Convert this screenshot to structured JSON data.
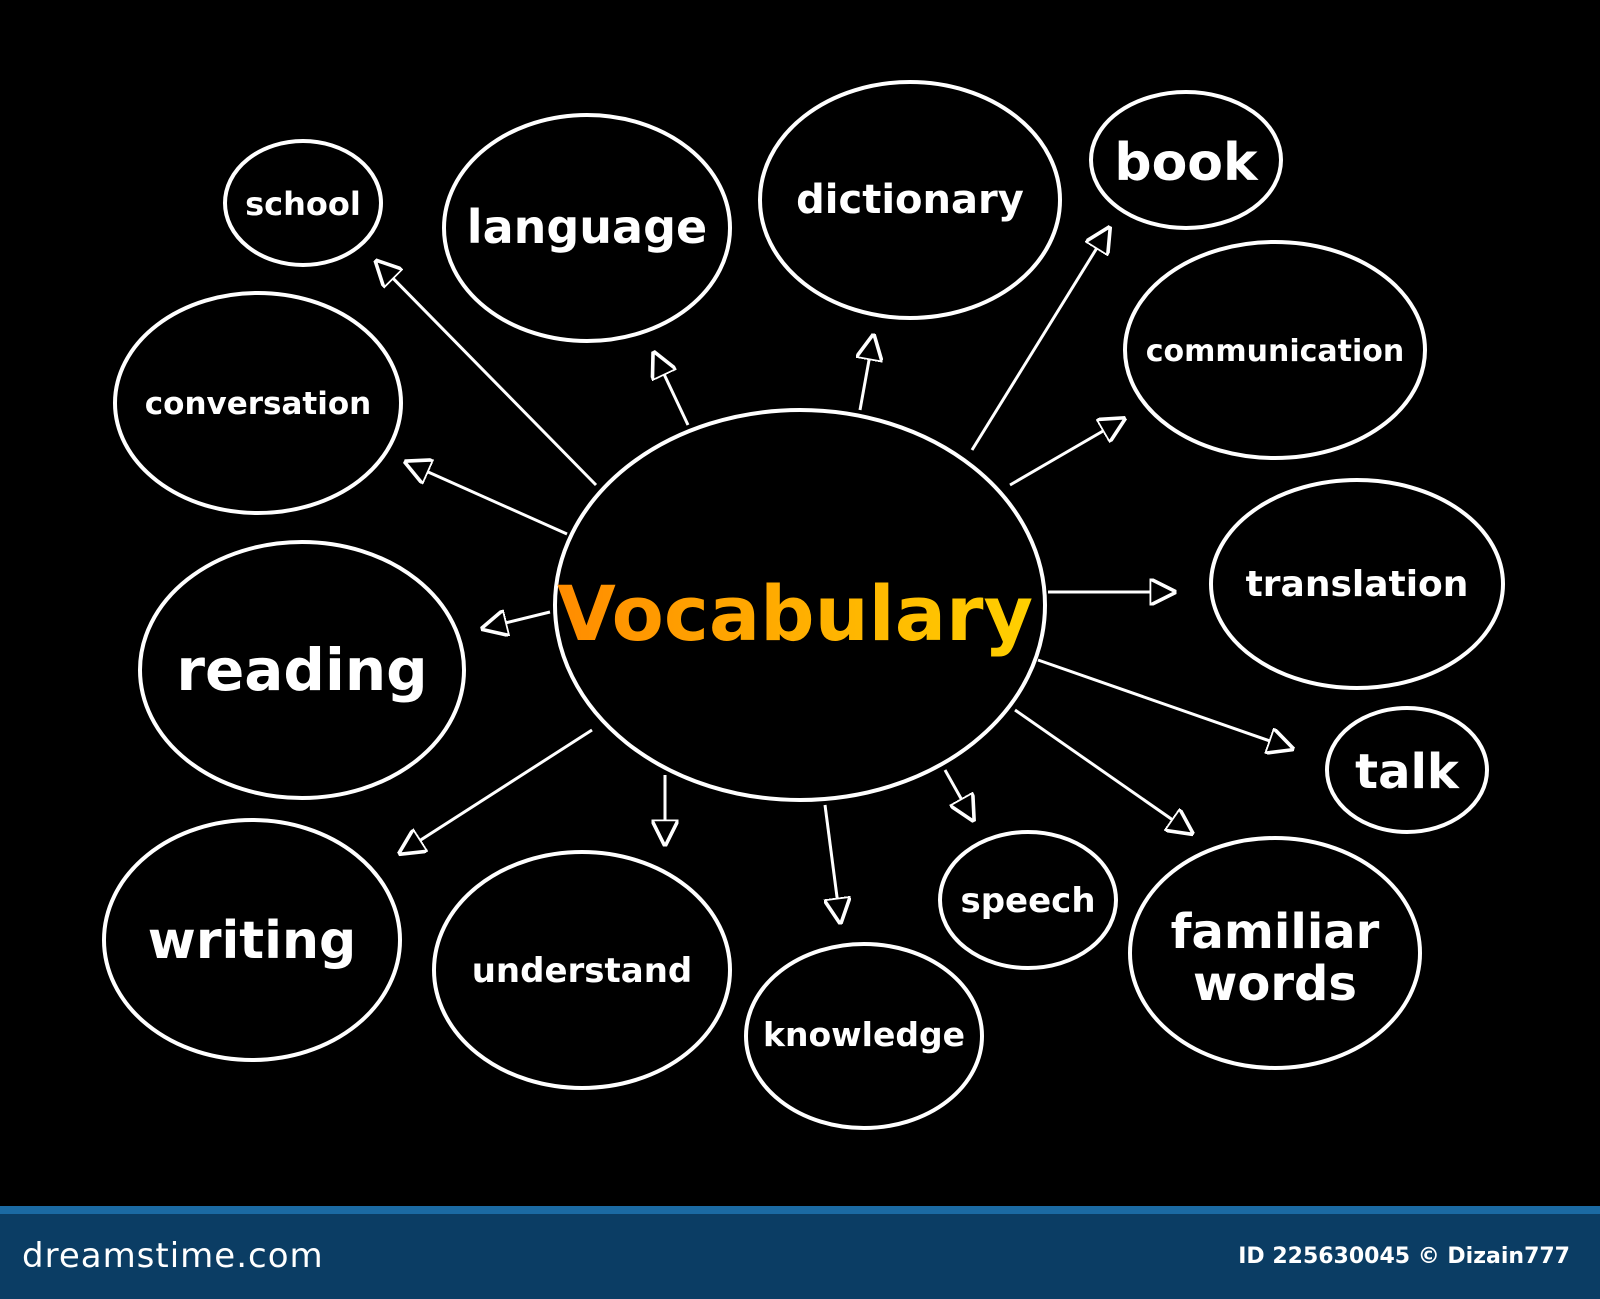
{
  "center": {
    "label": "Vocabulary",
    "color_start": "#ff8c00",
    "color_end": "#ffd000"
  },
  "nodes": [
    {
      "key": "school",
      "label": "school"
    },
    {
      "key": "language",
      "label": "language"
    },
    {
      "key": "dictionary",
      "label": "dictionary"
    },
    {
      "key": "book",
      "label": "book"
    },
    {
      "key": "communication",
      "label": "communication"
    },
    {
      "key": "conversation",
      "label": "conversation"
    },
    {
      "key": "translation",
      "label": "translation"
    },
    {
      "key": "reading",
      "label": "reading"
    },
    {
      "key": "talk",
      "label": "talk"
    },
    {
      "key": "writing",
      "label": "writing"
    },
    {
      "key": "understand",
      "label": "understand"
    },
    {
      "key": "knowledge",
      "label": "knowledge"
    },
    {
      "key": "speech",
      "label": "speech"
    },
    {
      "key": "familiar_words",
      "label": "familiar",
      "label2": "words"
    }
  ],
  "footer": {
    "brand": "dreamstime.com",
    "stock_id": "ID 225630045 © Dizain777",
    "bar_color": "#0b3d64",
    "accent_color": "#1b6aa3"
  }
}
